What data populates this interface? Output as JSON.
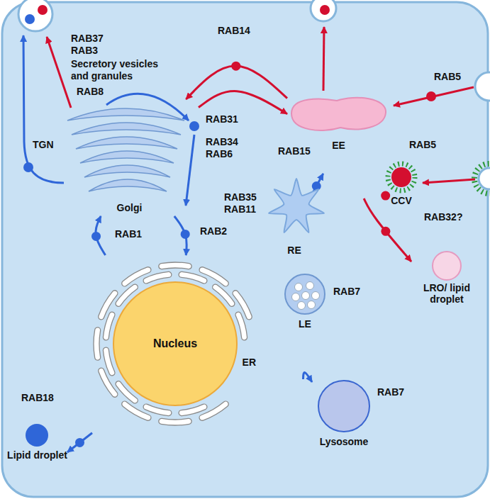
{
  "diagram": {
    "nodes": [
      {
        "text": [
          "Golgi"
        ]
      },
      {
        "text": [
          "EE"
        ]
      },
      {
        "text": [
          "CCV"
        ]
      },
      {
        "text": [
          "RE"
        ]
      },
      {
        "text": [
          "LRO/ lipid droplet"
        ]
      },
      {
        "text": [
          "ER"
        ]
      },
      {
        "text": [
          "Nucleus"
        ],
        "in": 5
      },
      {
        "text": [
          "LE"
        ]
      },
      {
        "text": [
          "Lipid droplet"
        ]
      },
      {
        "text": [
          "Lysosome"
        ]
      }
    ],
    "edges": [
      {
        "from": 5,
        "to": 0,
        "arrow": "to",
        "label": "RAB1"
      },
      {
        "from": 0,
        "to": 5,
        "arrow": "to",
        "label": "RAB2"
      },
      {
        "from": 1,
        "to": 0,
        "arrow": "to",
        "label": "RAB14"
      },
      {
        "from": 0,
        "to": 1,
        "arrow": "to"
      },
      {
        "from": 1,
        "to": 3,
        "arrow": "to",
        "label": "RAB15"
      },
      {
        "from": 2,
        "to": 1,
        "arrow": "to",
        "label": "RAB5"
      },
      {
        "from": 1,
        "to": 4,
        "arrow": "to",
        "label": "RAB32?"
      },
      {
        "from": 7,
        "to": 9,
        "arrow": "to"
      },
      {
        "from": 5,
        "to": 8,
        "arrow": "to",
        "label": "RAB18"
      }
    ],
    "labels": [
      "RAB37",
      "RAB3",
      "Secretory vesicles and granules",
      "RAB8",
      "TGN",
      "RAB31",
      "RAB34",
      "RAB6",
      "RAB5",
      "RAB35",
      "RAB11",
      "RAB7",
      "RAB7"
    ]
  }
}
